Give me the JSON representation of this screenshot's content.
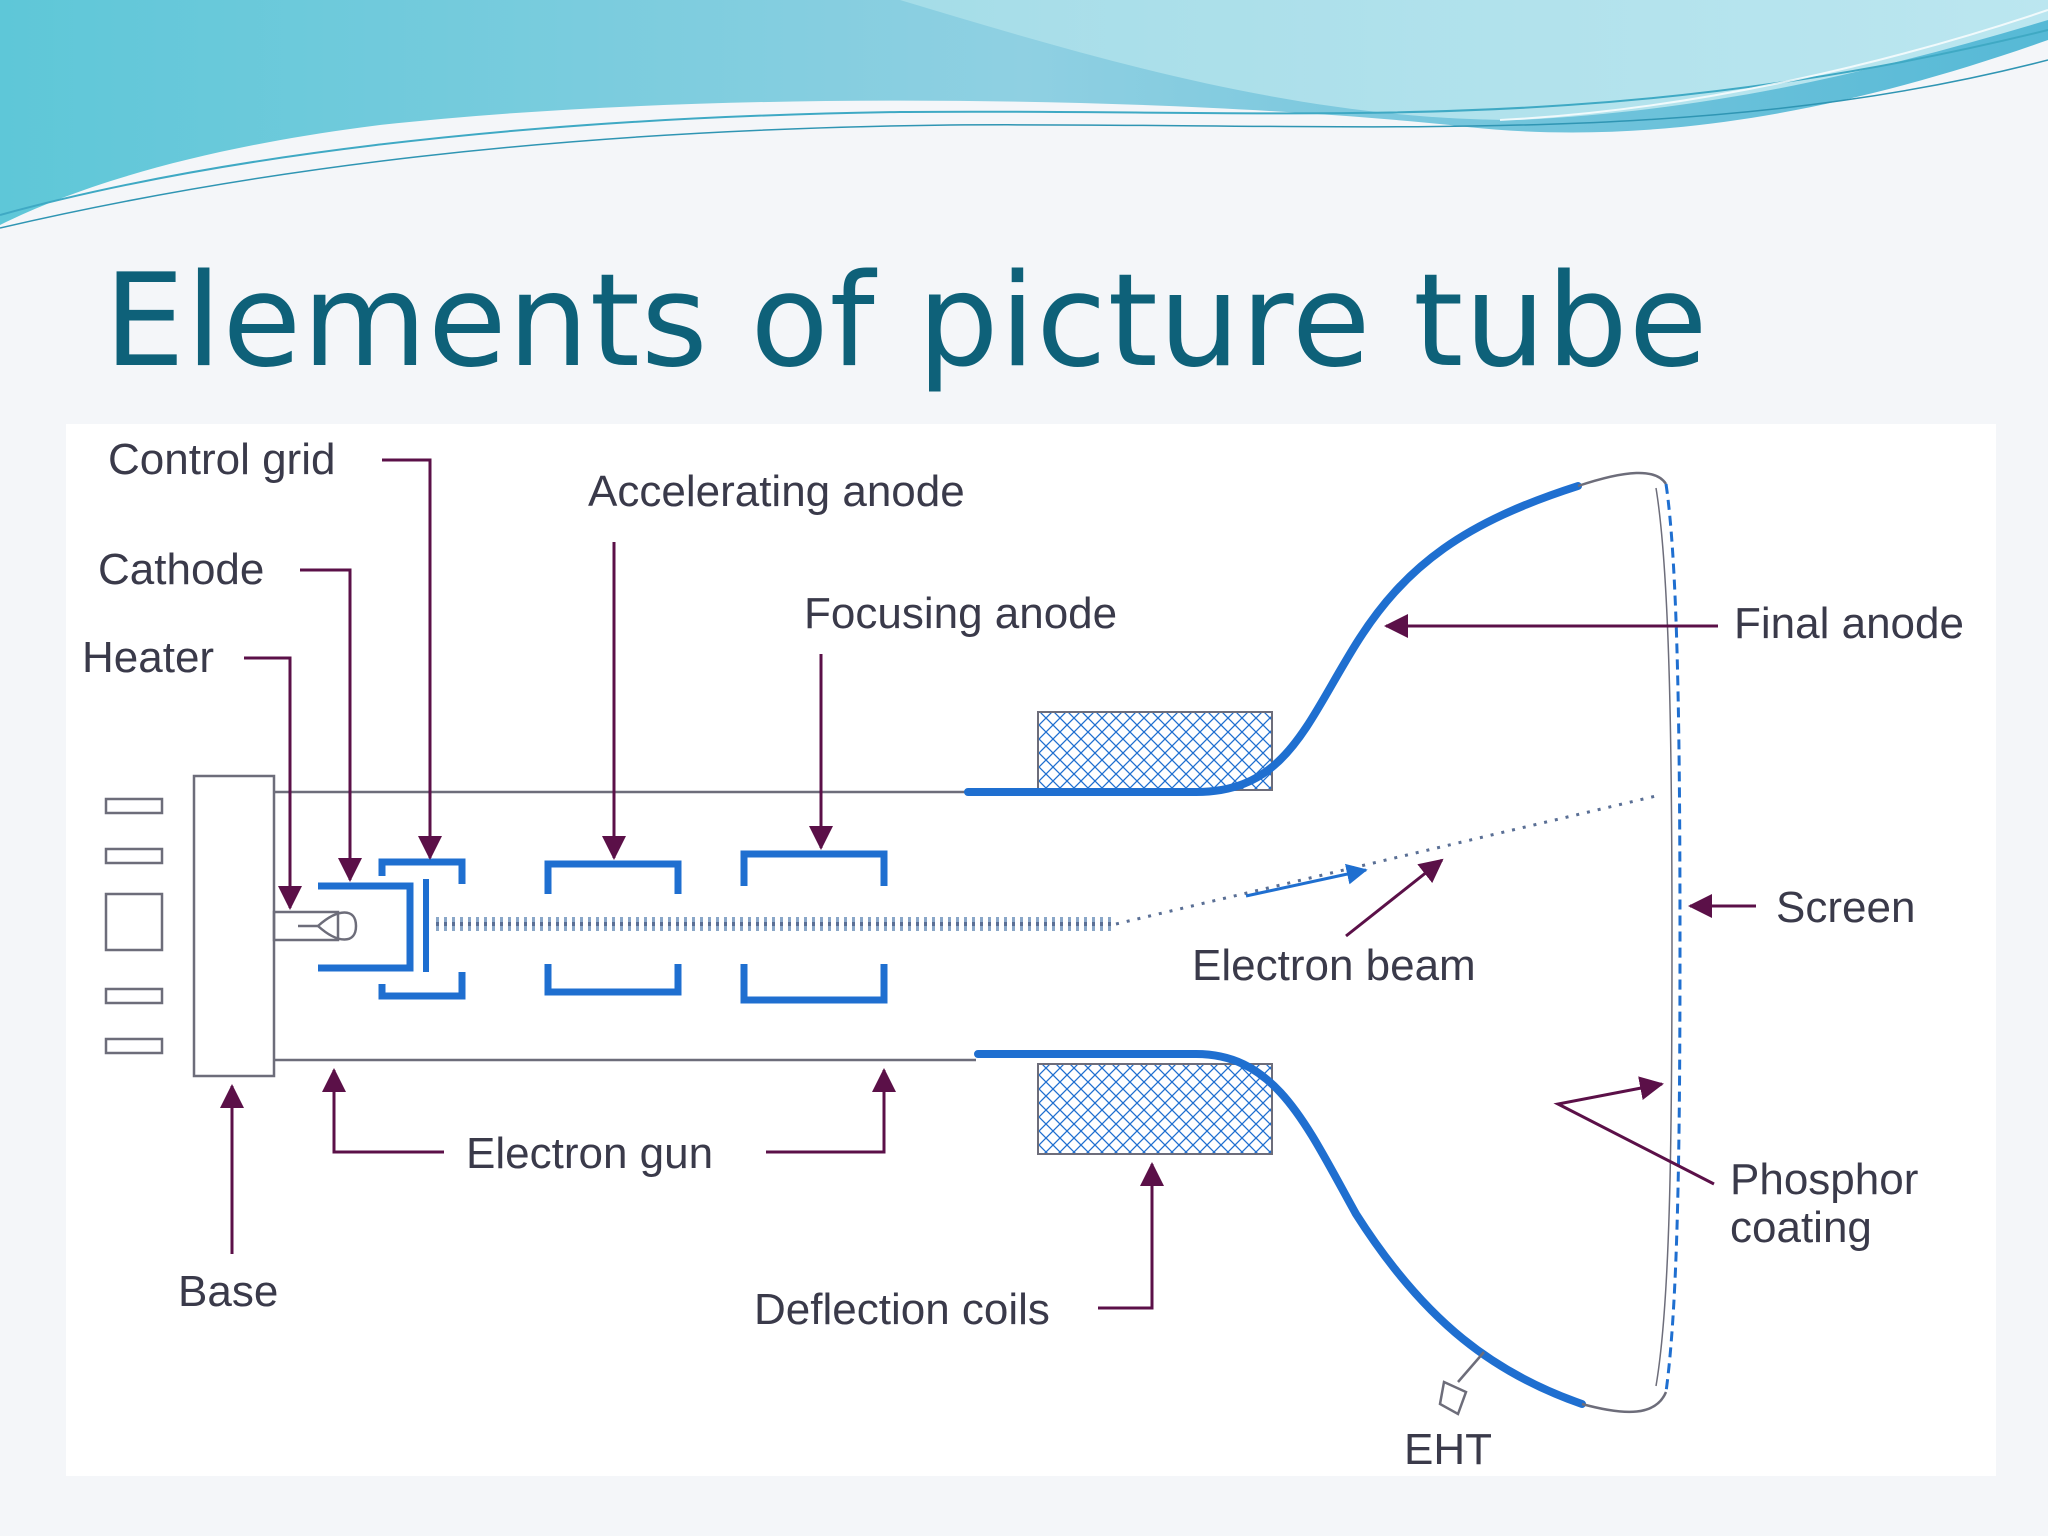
{
  "title": "Elements of picture tube",
  "colors": {
    "title": "#0e6179",
    "tube": "#1f6fd0",
    "leader": "#5b1048",
    "label": "#3a3a4a",
    "header_wave": "#6fc8dc"
  },
  "diagram": {
    "labels": {
      "control_grid": "Control grid",
      "cathode": "Cathode",
      "heater": "Heater",
      "accelerating_anode": "Accelerating anode",
      "focusing_anode": "Focusing anode",
      "final_anode": "Final anode",
      "screen": "Screen",
      "electron_beam": "Electron beam",
      "electron_gun": "Electron gun",
      "base": "Base",
      "phosphor_line1": "Phosphor",
      "phosphor_line2": "coating",
      "deflection_coils": "Deflection coils",
      "eht": "EHT"
    }
  }
}
